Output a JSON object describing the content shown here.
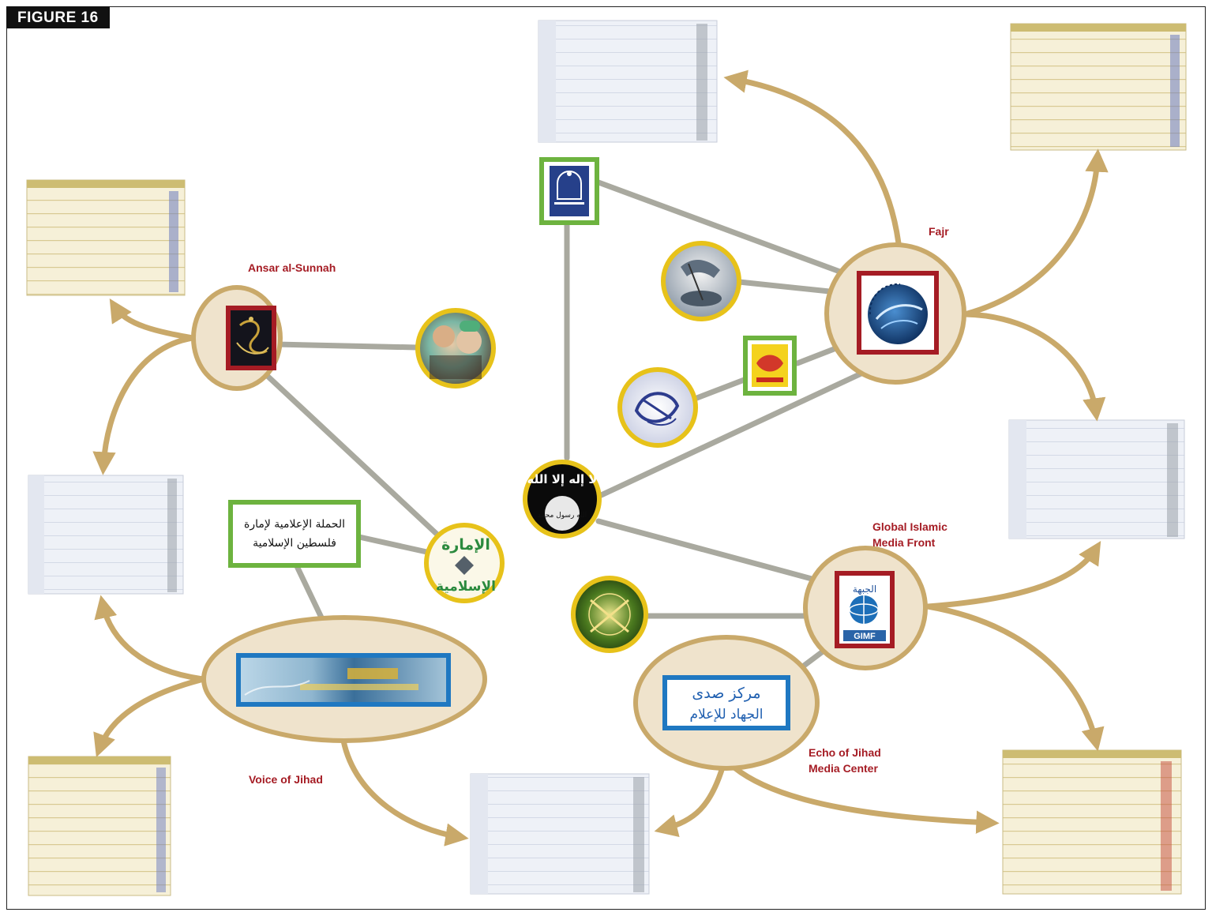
{
  "figure_label": "FIGURE 16",
  "organizations": {
    "fajr": "Fajr",
    "ansar": "Ansar al-Sunnah",
    "gimf_line1": "Global Islamic",
    "gimf_line2": "Media Front",
    "voice": "Voice of Jihad",
    "echo_line1": "Echo of Jihad",
    "echo_line2": "Media Center"
  },
  "logo_texts": {
    "echo_ar_line1": "مركز صدى",
    "echo_ar_line2": "الجهاد للإعلام",
    "lebanon_ar_line1": "الحملة الإعلامية لإمارة",
    "lebanon_ar_line2": "فلسطين الإسلامية",
    "gimf_abbr": "GIMF",
    "isi_line1": "لا إله إلا الله",
    "isi_line2": "الله رسول محمد",
    "emirate_top": "الإمارة",
    "emirate_bottom": "الإسلامية"
  },
  "colors": {
    "arrow": "#c9a96a",
    "connector": "#a9a99f",
    "node_fill": "#efe3cc",
    "node_stroke": "#c9a96a",
    "border_red": "#a51c24",
    "border_green": "#6db33f",
    "border_blue": "#1f78c1",
    "ring_yellow": "#e7c21a",
    "label_red": "#a51c24"
  }
}
